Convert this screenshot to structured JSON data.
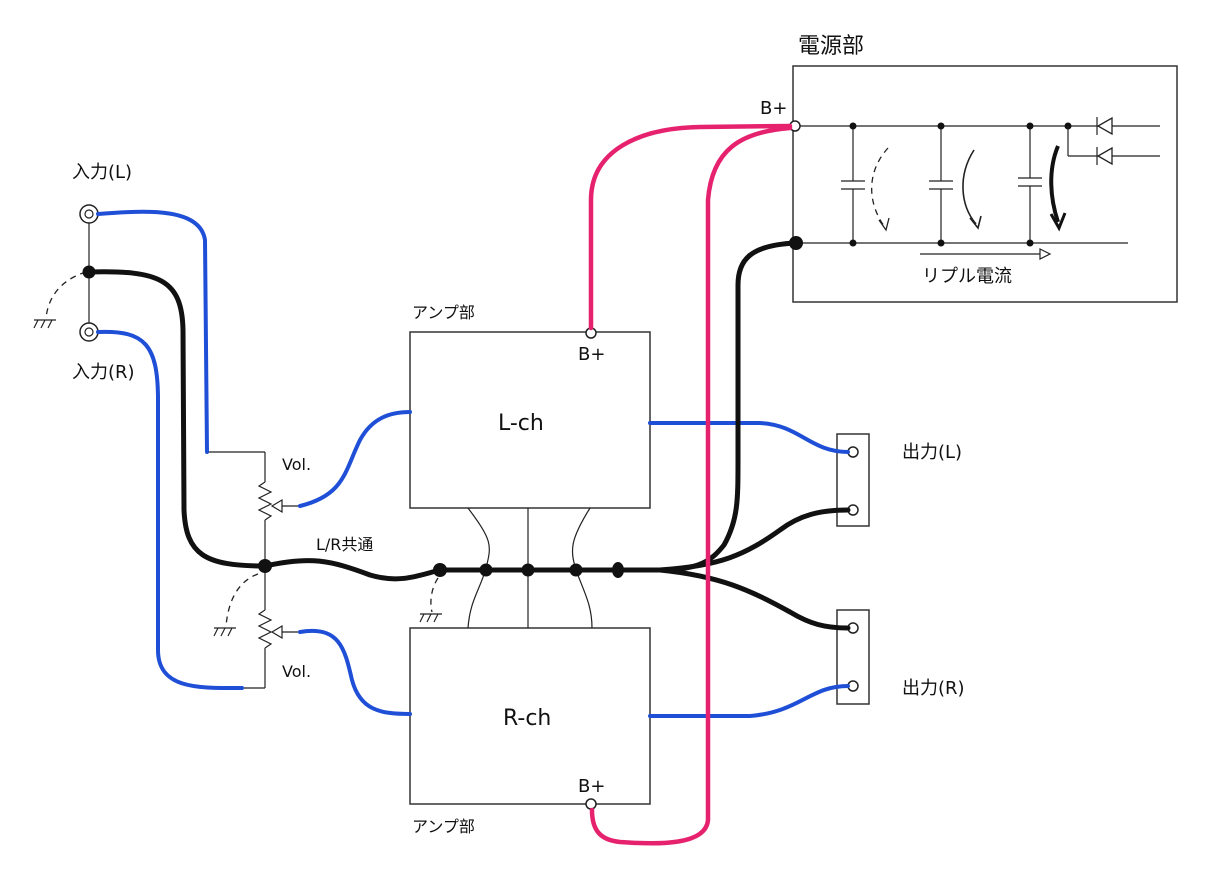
{
  "power_section": {
    "title": "電源部",
    "bplus": "B+",
    "ripple_label": "リプル電流"
  },
  "amp_left": {
    "section_label": "アンプ部",
    "name": "L-ch",
    "bplus": "B+"
  },
  "amp_right": {
    "section_label": "アンプ部",
    "name": "R-ch",
    "bplus": "B+"
  },
  "inputs": {
    "left": "入力(L)",
    "right": "入力(R)"
  },
  "outputs": {
    "left": "出力(L)",
    "right": "出力(R)"
  },
  "volume": {
    "upper": "Vol.",
    "lower": "Vol."
  },
  "common_ground": "L/R共通",
  "colors": {
    "signal": "#1f4fd6",
    "ground": "#111111",
    "supply": "#e6226e"
  }
}
